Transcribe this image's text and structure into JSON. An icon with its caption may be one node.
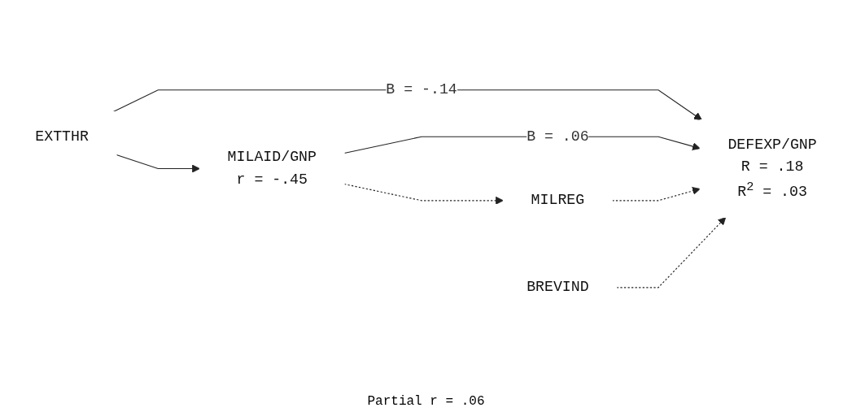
{
  "diagram": {
    "nodes": [
      {
        "text": [
          "EXTTHR"
        ]
      },
      {
        "text": [
          "MILAID/GNP",
          "r = -.45"
        ]
      },
      {
        "text": [
          "DEFEXP/GNP",
          "R = .18",
          "R$^{2}$ = .03"
        ]
      },
      {
        "text": [
          "MILREG"
        ]
      },
      {
        "text": [
          "BREVIND"
        ]
      }
    ],
    "edges": [
      {
        "from": 0,
        "to": 1,
        "arrow": "to"
      },
      {
        "from": 0,
        "to": 2,
        "arrow": "to",
        "label": "B = -.14"
      },
      {
        "from": 1,
        "to": 2,
        "arrow": "to",
        "label": "B = .06"
      },
      {
        "from": 1,
        "to": 3,
        "arrow": "to",
        "style": "dashed"
      },
      {
        "from": 3,
        "to": 2,
        "arrow": "to",
        "style": "dashed"
      },
      {
        "from": 4,
        "to": 2,
        "arrow": "to",
        "style": "dashed"
      }
    ],
    "labels": [
      "Partial r = .06"
    ]
  }
}
